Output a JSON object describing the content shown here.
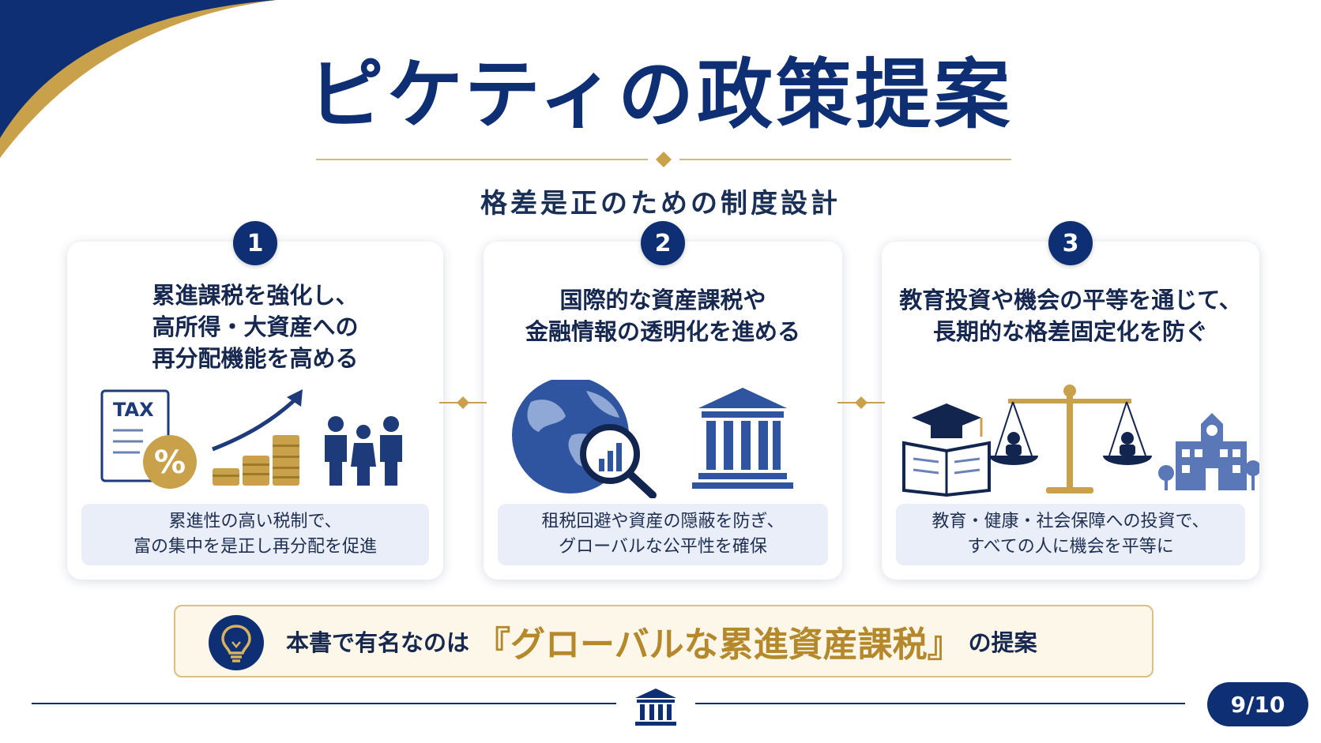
{
  "slide": {
    "title": "ピケティの政策提案",
    "subtitle": "格差是正のための制度設計",
    "cards": [
      {
        "number": "1",
        "heading": [
          "累進課税を強化し、",
          "高所得・大資産への",
          "再分配機能を高める"
        ],
        "icon_label": "TAX",
        "icon_symbol": "%",
        "icons": [
          "tax-document-icon",
          "rising-coins-icon",
          "family-icon"
        ],
        "note": [
          "累進性の高い税制で、",
          "富の集中を是正し再分配を促進"
        ]
      },
      {
        "number": "2",
        "heading": [
          "国際的な資産課税や",
          "金融情報の透明化を進める"
        ],
        "icons": [
          "globe-icon",
          "magnifier-chart-icon",
          "bank-building-icon"
        ],
        "note": [
          "租税回避や資産の隠蔽を防ぎ、",
          "グローバルな公平性を確保"
        ]
      },
      {
        "number": "3",
        "heading": [
          "教育投資や機会の平等を通じて、",
          "長期的な格差固定化を防ぐ"
        ],
        "icons": [
          "graduation-book-icon",
          "balance-scale-icon",
          "school-building-icon"
        ],
        "note": [
          "教育・健康・社会保障への投資で、",
          "すべての人に機会を平等に"
        ]
      }
    ],
    "callout": {
      "icon": "lightbulb-icon",
      "prefix": "本書で有名なのは",
      "highlight": "『グローバルな累進資産課税』",
      "suffix": "の提案"
    },
    "footer": {
      "icon": "bank-building-icon",
      "page": "9/10"
    },
    "colors": {
      "navy": "#0e2f74",
      "gold": "#c9a14a",
      "note_bg": "#e9eef8",
      "callout_bg": "#fdf7ea"
    }
  }
}
